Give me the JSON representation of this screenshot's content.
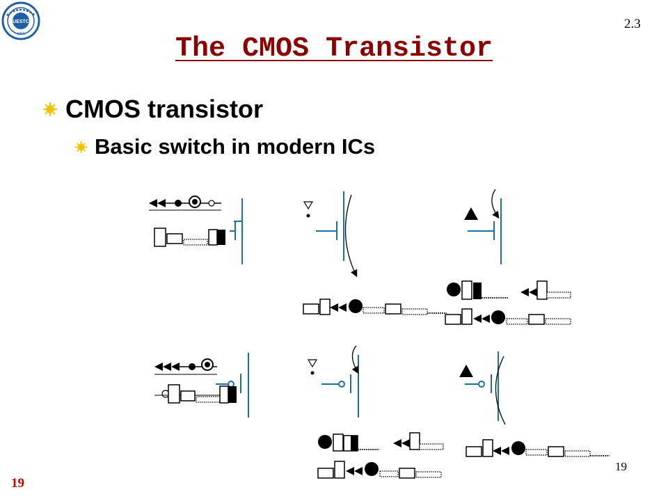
{
  "slide": {
    "section_number": "2.3",
    "title": "The CMOS Transistor",
    "bullets": [
      {
        "text": "CMOS transistor",
        "level": 1
      },
      {
        "text": "Basic switch in modern ICs",
        "level": 2
      }
    ],
    "footer_page_left": "19",
    "footer_page_right": "19"
  },
  "logo": {
    "text": "UESTC",
    "year": "1956",
    "color": "#1f5fa8"
  },
  "colors": {
    "title": "#8b0000",
    "transistor": "#1b6fa8",
    "bullet_icon": "#f2c400",
    "page_left": "#c00000"
  },
  "icons": [
    "bullet-sun-icon",
    "university-seal-icon"
  ]
}
